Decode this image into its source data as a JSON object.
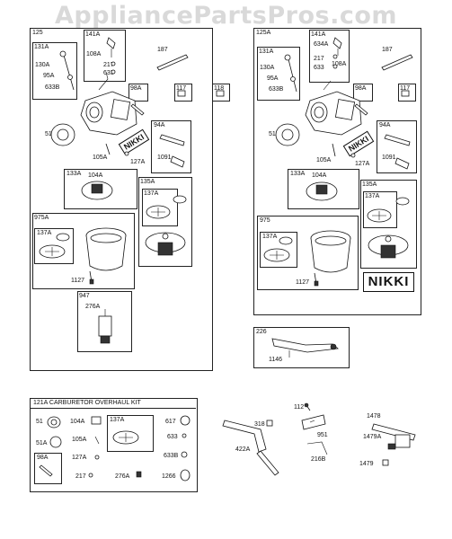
{
  "watermark": "AppliancePartsPros.com",
  "left_panel": {
    "label": "125",
    "subboxes": {
      "b131A": "131A",
      "b141A": "141A",
      "b98A": "98A",
      "b117": "117",
      "b94A": "94A",
      "b133A": "133A",
      "b135A": "135A",
      "b137A_right": "137A",
      "b975A": "975A",
      "b137A_left": "137A",
      "b947": "947"
    },
    "parts": {
      "p130A": "130A",
      "p95A": "95A",
      "p633B": "633B",
      "p108A": "108A",
      "p217": "217",
      "p633": "633",
      "p187": "187",
      "p51": "51",
      "p105A": "105A",
      "p127A": "127A",
      "p1091": "1091",
      "p104A": "104A",
      "p1127": "1127",
      "p276A": "276A"
    },
    "nikki": "NIKKI"
  },
  "standalone_118": "118",
  "right_panel": {
    "label": "125A",
    "subboxes": {
      "b131A": "131A",
      "b141A": "141A",
      "b98A": "98A",
      "b117": "117",
      "b94A": "94A",
      "b133A": "133A",
      "b135A": "135A",
      "b137A_right": "137A",
      "b975": "975",
      "b137A_left": "137A"
    },
    "parts": {
      "p634A": "634A",
      "p130A": "130A",
      "p95A": "95A",
      "p633B": "633B",
      "p108A": "108A",
      "p217": "217",
      "p633": "633",
      "p187": "187",
      "p51": "51",
      "p105A": "105A",
      "p127A": "127A",
      "p1091": "1091",
      "p104A": "104A",
      "p1127": "1127"
    },
    "nikki_small": "NIKKI",
    "nikki_large": "NIKKI"
  },
  "panel_226": {
    "label": "226",
    "part": "1146"
  },
  "kit_panel": {
    "title": "121A CARBURETOR OVERHAUL KIT",
    "box98A": "98A",
    "box137A": "137A",
    "parts": {
      "p51": "51",
      "p104A": "104A",
      "p51A": "51A",
      "p105A": "105A",
      "p127A": "127A",
      "p217": "217",
      "p617": "617",
      "p633": "633",
      "p633B": "633B",
      "p276A": "276A",
      "p1266": "1266"
    }
  },
  "linkage": {
    "parts": {
      "p318": "318",
      "p422A": "422A",
      "p112": "112",
      "p951": "951",
      "p216B": "216B",
      "p1478": "1478",
      "p1479A": "1479A",
      "p1479": "1479"
    }
  }
}
